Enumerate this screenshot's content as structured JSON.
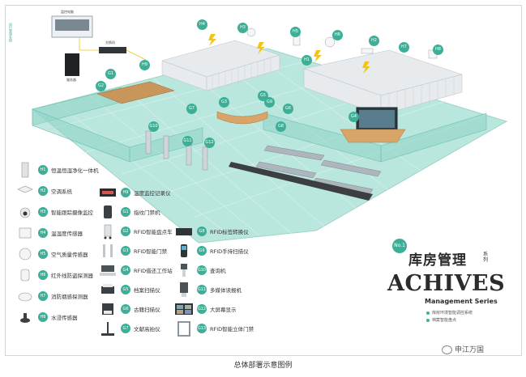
{
  "scene_tags": [
    "H4",
    "H3",
    "H1",
    "H2",
    "H6",
    "H7",
    "H8",
    "H5",
    "H9",
    "G1",
    "G2",
    "G3",
    "G4",
    "G5",
    "G6",
    "G7",
    "G8",
    "G9",
    "G10",
    "G11",
    "G12"
  ],
  "network": {
    "monitor_label": "监控电脑",
    "switch_label": "交换机",
    "server_label": "服务器",
    "side_label": "运行管理系统"
  },
  "legend": {
    "left": [
      {
        "code": "H1",
        "label": "恒温恒湿净化一体机",
        "icon": "purifier-cabinet-icon"
      },
      {
        "code": "H2",
        "label": "空调系统",
        "icon": "ceiling-ac-icon"
      },
      {
        "code": "H3",
        "label": "智能跟踪摄像监控",
        "icon": "dome-camera-icon"
      },
      {
        "code": "H4",
        "label": "温湿度传感器",
        "icon": "th-sensor-icon"
      },
      {
        "code": "H5",
        "label": "空气质量传感器",
        "icon": "air-sensor-icon"
      },
      {
        "code": "H6",
        "label": "红外线防盗探测器",
        "icon": "infrared-detector-icon"
      },
      {
        "code": "H7",
        "label": "消防烟感探测器",
        "icon": "smoke-detector-icon"
      },
      {
        "code": "H8",
        "label": "水浸传感器",
        "icon": "water-sensor-icon"
      }
    ],
    "middle": [
      {
        "code": "H9",
        "label": "温度监控记录仪",
        "icon": "temp-recorder-icon"
      },
      {
        "code": "G1",
        "label": "指纹门禁机",
        "icon": "fingerprint-reader-icon"
      },
      {
        "code": "G2",
        "label": "RFID智能盘点车",
        "icon": "inventory-cart-icon"
      },
      {
        "code": "G3",
        "label": "RFID智能门禁",
        "icon": "rfid-gate-icon"
      },
      {
        "code": "G4",
        "label": "RFID借还工作站",
        "icon": "workstation-icon"
      },
      {
        "code": "G5",
        "label": "档案扫描仪",
        "icon": "scanner-icon"
      },
      {
        "code": "G6",
        "label": "古籍扫描仪",
        "icon": "book-scanner-icon"
      },
      {
        "code": "G7",
        "label": "文献高拍仪",
        "icon": "document-camera-icon"
      }
    ],
    "right": [
      {
        "code": "G8",
        "label": "RFID标签转换仪",
        "icon": "tag-converter-icon"
      },
      {
        "code": "G9",
        "label": "RFID手持扫描仪",
        "icon": "handheld-scanner-icon"
      },
      {
        "code": "G10",
        "label": "查询机",
        "icon": "kiosk-icon"
      },
      {
        "code": "G11",
        "label": "多媒体读报机",
        "icon": "newspaper-reader-icon"
      },
      {
        "code": "G12",
        "label": "大屏幕显示",
        "icon": "video-wall-icon"
      },
      {
        "code": "G13",
        "label": "RFID智能立体门禁",
        "icon": "security-gate-icon"
      }
    ]
  },
  "brand": {
    "number": "No.1",
    "title_cn": "库房管理",
    "series_cn": "系列",
    "title_en": "ACHIVES",
    "subtitle_en": "Management Series",
    "items": [
      "库房环境智能调控系统",
      "档案智能盘点"
    ]
  },
  "caption": "总体部署示意图例",
  "watermark": "申江万国",
  "colors": {
    "accent": "#3fae96",
    "floor": "#a9ded5",
    "shelf": "#e4e7ea",
    "wall": "#8fd3c6"
  }
}
